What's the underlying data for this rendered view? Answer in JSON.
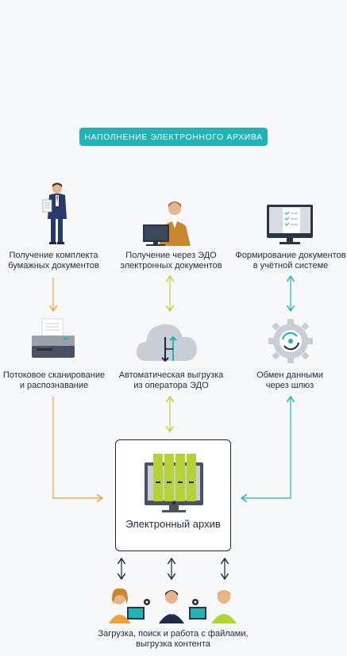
{
  "header": {
    "title": "Наполнение электронного архива"
  },
  "top_row": [
    {
      "label": "Получение комплекта бумажных документов"
    },
    {
      "label": "Получение через ЭДО электронных документов"
    },
    {
      "label": "Формирование документов в учётной системе"
    }
  ],
  "middle_row": [
    {
      "label": "Потоковое сканирование и распознавание"
    },
    {
      "label": "Автоматическая выгрузка из оператора ЭДО"
    },
    {
      "label": "Обмен данными через шлюз"
    }
  ],
  "archive": {
    "label": "Электронный архив"
  },
  "bottom": {
    "label": "Загрузка, поиск и работа с файлами, выгрузка контента"
  },
  "colors": {
    "orange": "#f0a23a",
    "green": "#b5d334",
    "teal": "#1fb3b5",
    "navy": "#1e2a3a",
    "grey": "#c9ced6"
  },
  "icons": [
    "businessman-icon",
    "office-worker-icon",
    "monitor-checklist-icon",
    "printer-scanner-icon",
    "cloud-transfer-icon",
    "gear-sync-icon",
    "archive-monitor-icon",
    "user-group-icon"
  ]
}
